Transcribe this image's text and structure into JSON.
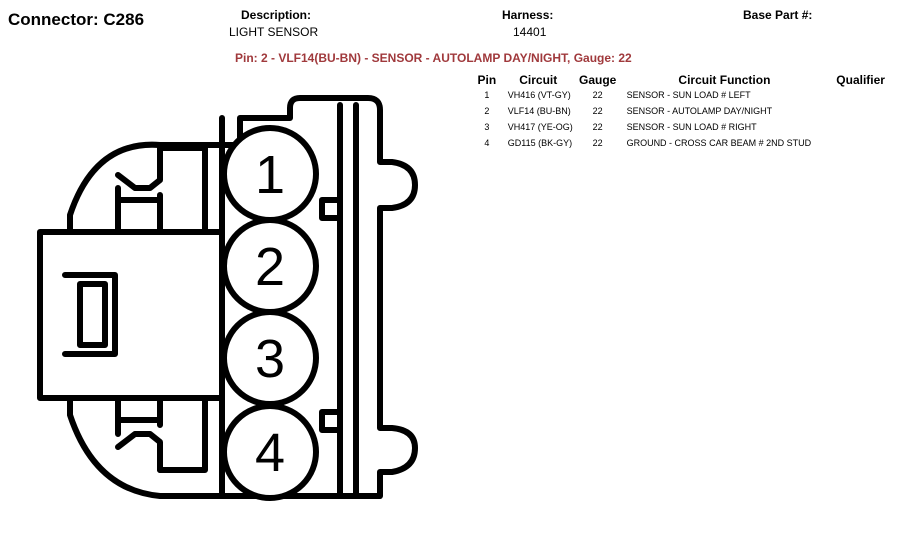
{
  "connector": {
    "title": "Connector: C286",
    "description_label": "Description:",
    "description_value": "LIGHT SENSOR",
    "harness_label": "Harness:",
    "harness_value": "14401",
    "base_part_label": "Base Part #:",
    "base_part_value": ""
  },
  "highlight": {
    "text": "Pin: 2 - VLF14(BU-BN) - SENSOR - AUTOLAMP DAY/NIGHT, Gauge: 22",
    "color": "#a0393c"
  },
  "table": {
    "headers": {
      "pin": "Pin",
      "circuit": "Circuit",
      "gauge": "Gauge",
      "function": "Circuit Function",
      "qualifier": "Qualifier"
    },
    "rows": [
      {
        "pin": "1",
        "circuit": "VH416 (VT-GY)",
        "gauge": "22",
        "function": "SENSOR - SUN LOAD # LEFT",
        "qualifier": ""
      },
      {
        "pin": "2",
        "circuit": "VLF14 (BU-BN)",
        "gauge": "22",
        "function": "SENSOR - AUTOLAMP DAY/NIGHT",
        "qualifier": ""
      },
      {
        "pin": "3",
        "circuit": "VH417 (YE-OG)",
        "gauge": "22",
        "function": "SENSOR - SUN LOAD # RIGHT",
        "qualifier": ""
      },
      {
        "pin": "4",
        "circuit": "GD115 (BK-GY)",
        "gauge": "22",
        "function": "GROUND - CROSS CAR BEAM # 2ND STUD",
        "qualifier": ""
      }
    ]
  },
  "diagram": {
    "pin_labels": [
      "1",
      "2",
      "3",
      "4"
    ]
  }
}
